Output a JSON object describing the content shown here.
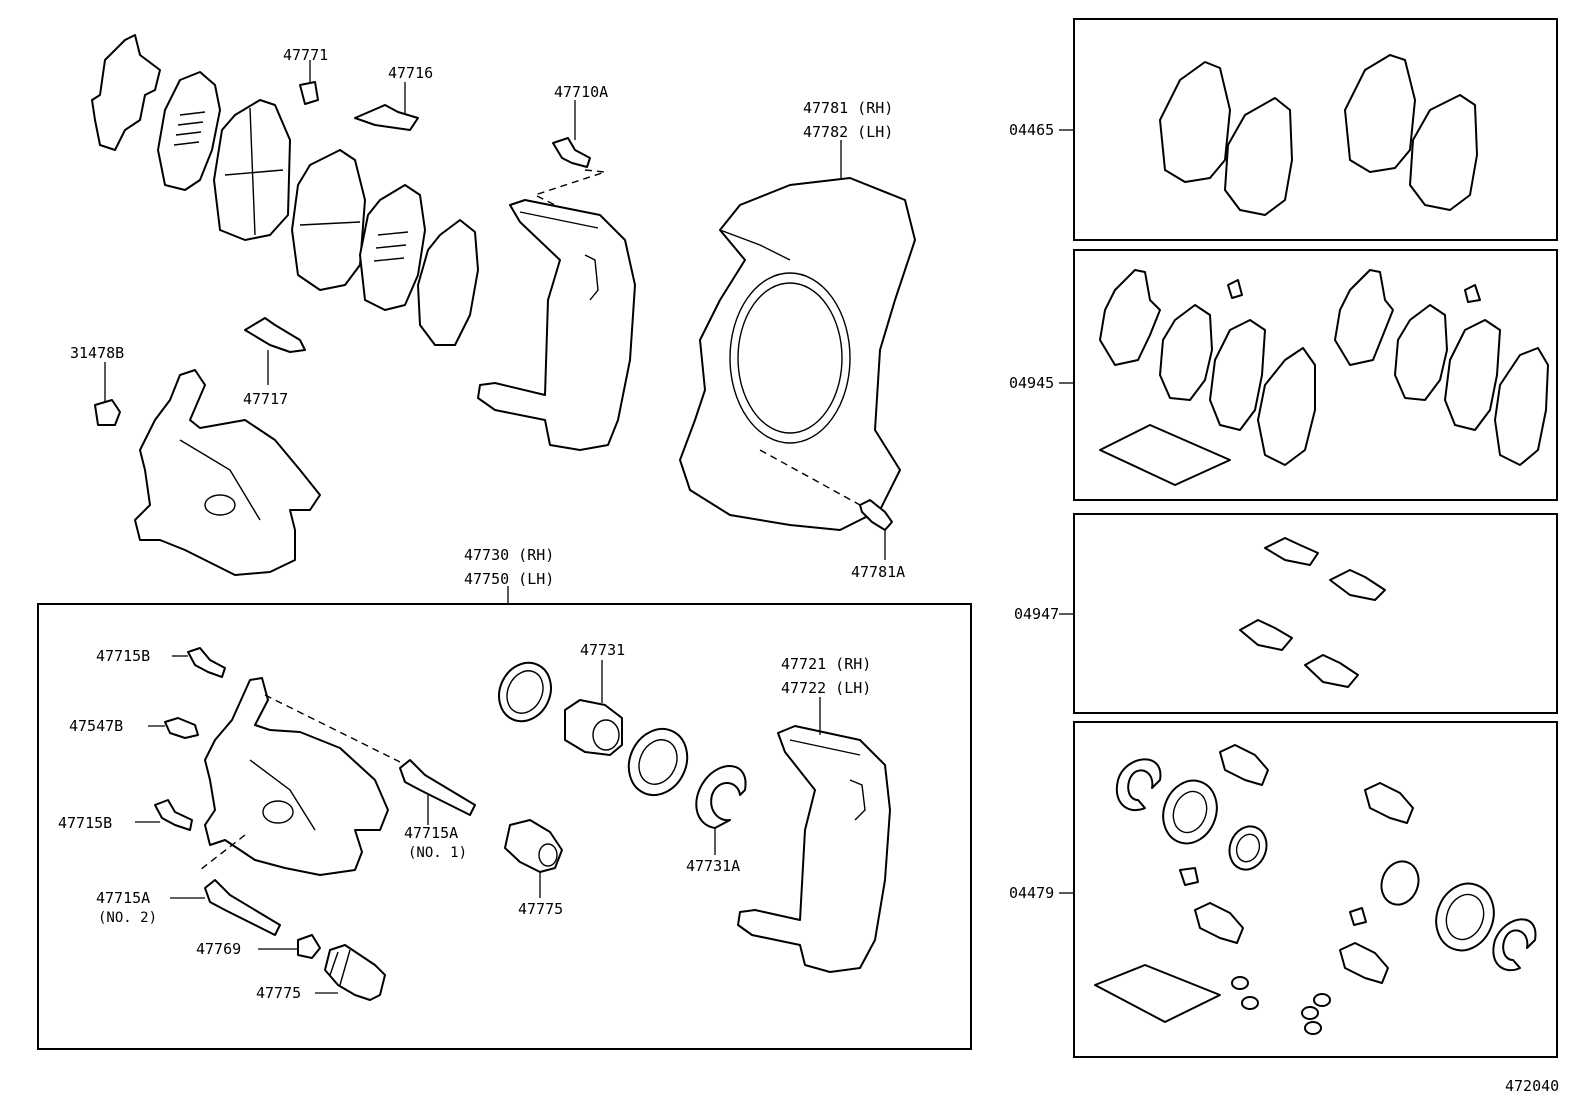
{
  "labels": {
    "l47771": "47771",
    "l47716": "47716",
    "l47710A": "47710A",
    "l47781rh": "47781 (RH)",
    "l47782lh": "47782 (LH)",
    "l31478B": "31478B",
    "l47717": "47717",
    "l47730rh": "47730 (RH)",
    "l47750lh": "47750 (LH)",
    "l47781A": "47781A",
    "l47715B_top": "47715B",
    "l47547B": "47547B",
    "l47715B_mid": "47715B",
    "l47715A_no1": "47715A",
    "no1": "(NO. 1)",
    "l47715A_no2": "47715A",
    "no2": "(NO. 2)",
    "l47769": "47769",
    "l47775_bottom": "47775",
    "l47731": "47731",
    "l47775_mid": "47775",
    "l47731A": "47731A",
    "l47721rh": "47721 (RH)",
    "l47722lh": "47722 (LH)",
    "k04465": "04465",
    "k04945": "04945",
    "k04947": "04947",
    "k04479": "04479",
    "figure_no": "472040"
  }
}
